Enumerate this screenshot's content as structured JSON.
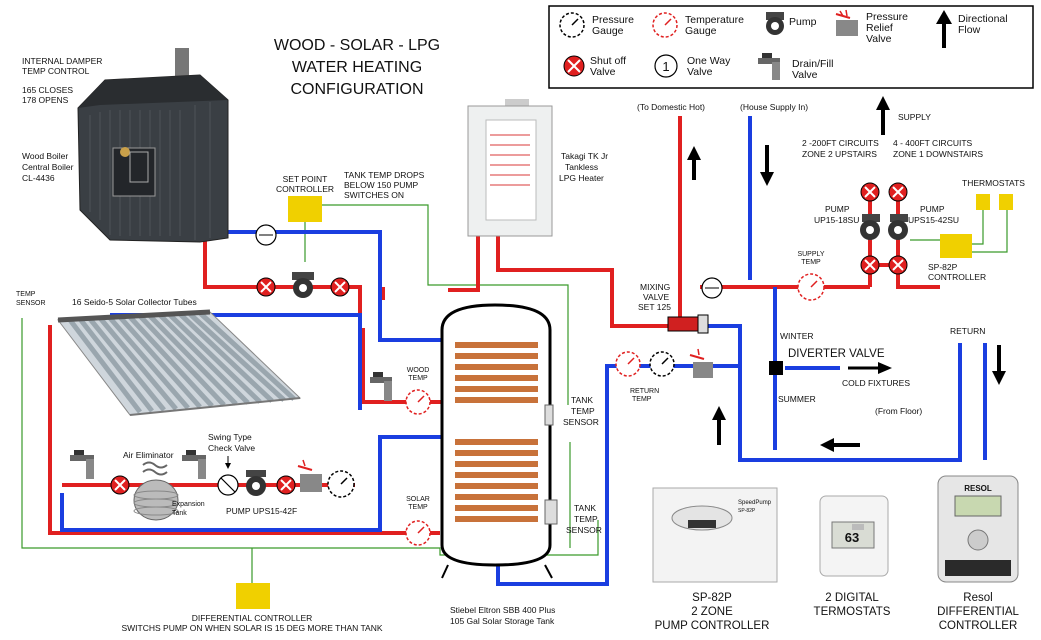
{
  "title": {
    "line1": "WOOD - SOLAR - LPG",
    "line2": "WATER HEATING",
    "line3": "CONFIGURATION"
  },
  "legend": {
    "pressure_gauge": [
      "Pressure",
      "Gauge"
    ],
    "temperature_gauge": [
      "Temperature",
      "Gauge"
    ],
    "pump": "Pump",
    "pressure_relief_valve": [
      "Pressure",
      "Relief",
      "Valve"
    ],
    "directional_flow": [
      "Directional",
      "Flow"
    ],
    "shut_off_valve": [
      "Shut off",
      "Valve"
    ],
    "one_way_valve": [
      "One Way",
      "Valve"
    ],
    "one_way_symbol": "1",
    "drain_fill_valve": [
      "Drain/Fill",
      "Valve"
    ]
  },
  "boiler": {
    "damper": [
      "INTERNAL DAMPER",
      "TEMP CONTROL"
    ],
    "damper_temps": [
      "165 CLOSES",
      "178 OPENS"
    ],
    "name": [
      "Wood Boiler",
      "Central Boiler",
      "CL-4436"
    ]
  },
  "controls": {
    "set_point": [
      "SET POINT",
      "CONTROLLER"
    ],
    "tank_drop": [
      "TANK TEMP DROPS",
      "BELOW 150 PUMP",
      "SWITCHES ON"
    ],
    "differential": [
      "DIFFERENTIAL CONTROLLER",
      "SWITCHS PUMP ON WHEN SOLAR IS 15 DEG MORE THAN TANK"
    ]
  },
  "heater": {
    "name": [
      "Takagi TK Jr",
      "Tankless",
      "LPG Heater"
    ]
  },
  "solar": {
    "temp_sensor": [
      "TEMP",
      "SENSOR"
    ],
    "collector": "16 Seido-5 Solar Collector Tubes",
    "air_eliminator": "Air Eliminator",
    "swing_check": [
      "Swing Type",
      "Check Valve"
    ],
    "expansion": [
      "Expansion",
      "Tank"
    ],
    "pump": "PUMP UPS15-42F",
    "solar_temp": [
      "SOLAR",
      "TEMP"
    ]
  },
  "tank": {
    "wood_temp": [
      "WOOD",
      "TEMP"
    ],
    "tank_sensor": [
      "TANK",
      "TEMP",
      "SENSOR"
    ],
    "name": [
      "Stiebel Eltron SBB 400 Plus",
      "105 Gal Solar Storage Tank"
    ]
  },
  "house": {
    "domestic_hot": "(To Domestic Hot)",
    "house_supply": "(House Supply In)",
    "supply": "SUPPLY",
    "zone2": [
      "2 -200FT CIRCUITS",
      "ZONE 2 UPSTAIRS"
    ],
    "zone1": [
      "4 - 400FT CIRCUITS",
      "ZONE 1 DOWNSTAIRS"
    ],
    "thermostats": "THERMOSTATS",
    "pump_left": [
      "PUMP",
      "UP15-18SU"
    ],
    "pump_right": [
      "PUMP",
      "UPS15-42SU"
    ],
    "supply_temp": [
      "SUPPLY",
      "TEMP"
    ],
    "sp82p": [
      "SP-82P",
      "CONTROLLER"
    ],
    "mixing": [
      "MIXING",
      "VALVE",
      "SET 125"
    ],
    "return_temp": [
      "RETURN",
      "TEMP"
    ],
    "winter": "WINTER",
    "diverter": "DIVERTER VALVE",
    "cold": "COLD FIXTURES",
    "summer": "SUMMER",
    "from_floor": "(From Floor)",
    "return": "RETURN"
  },
  "products": {
    "sp82p": [
      "SP-82P",
      "2 ZONE",
      "PUMP CONTROLLER"
    ],
    "sp82p_brand": "SpeedPump",
    "sp82p_model": "SP-82P",
    "thermostats": [
      "2 DIGITAL",
      "TERMOSTATS"
    ],
    "thermostat_reading": "63",
    "resol": [
      "Resol",
      "DIFFERENTIAL",
      "CONTROLLER"
    ],
    "resol_brand": "RESOL"
  },
  "colors": {
    "hot": "#e02020",
    "cold": "#1a3ee0",
    "wire": "#3a9a2a",
    "controller": "#f0d000",
    "copper": "#c8723a"
  }
}
